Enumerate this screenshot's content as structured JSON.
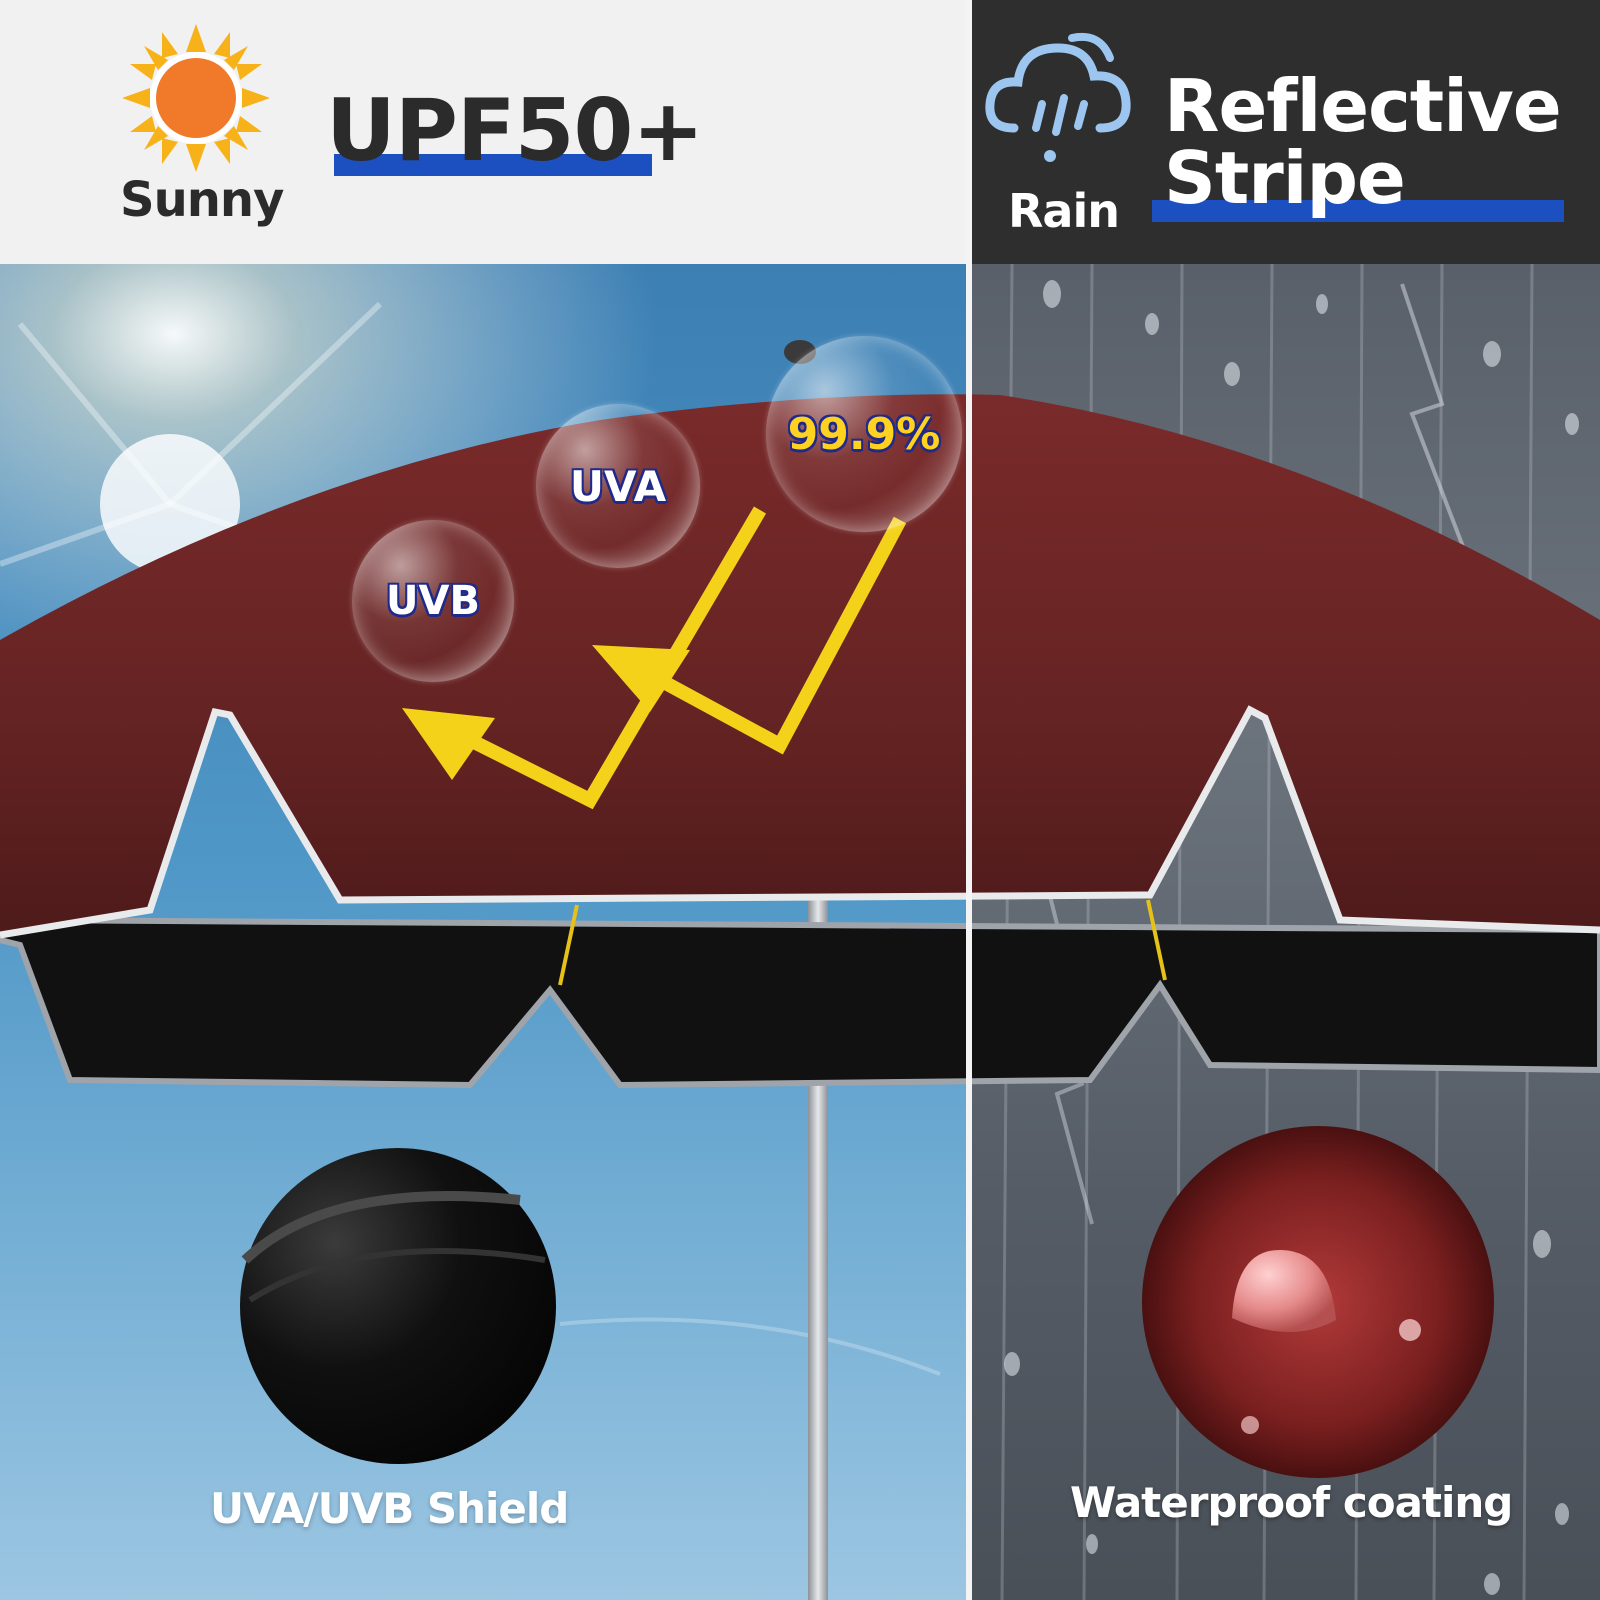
{
  "sunny": {
    "title": "UPF50+",
    "weather_label": "Sunny",
    "icon": "sun-icon",
    "bubbles": [
      "UVB",
      "UVA",
      "99.9%"
    ],
    "detail_label": "UVA/UVB Shield"
  },
  "rain": {
    "title_line1": "Reflective",
    "title_line2": "Stripe",
    "weather_label": "Rain",
    "icon": "rain-cloud-icon",
    "detail_label": "Waterproof coating"
  },
  "colors": {
    "accent_blue": "#1c4fbf",
    "canopy": "#6e2525",
    "arrow": "#f5d21a",
    "header_dark": "#2e2e2e",
    "header_light": "#f1f1f1"
  }
}
